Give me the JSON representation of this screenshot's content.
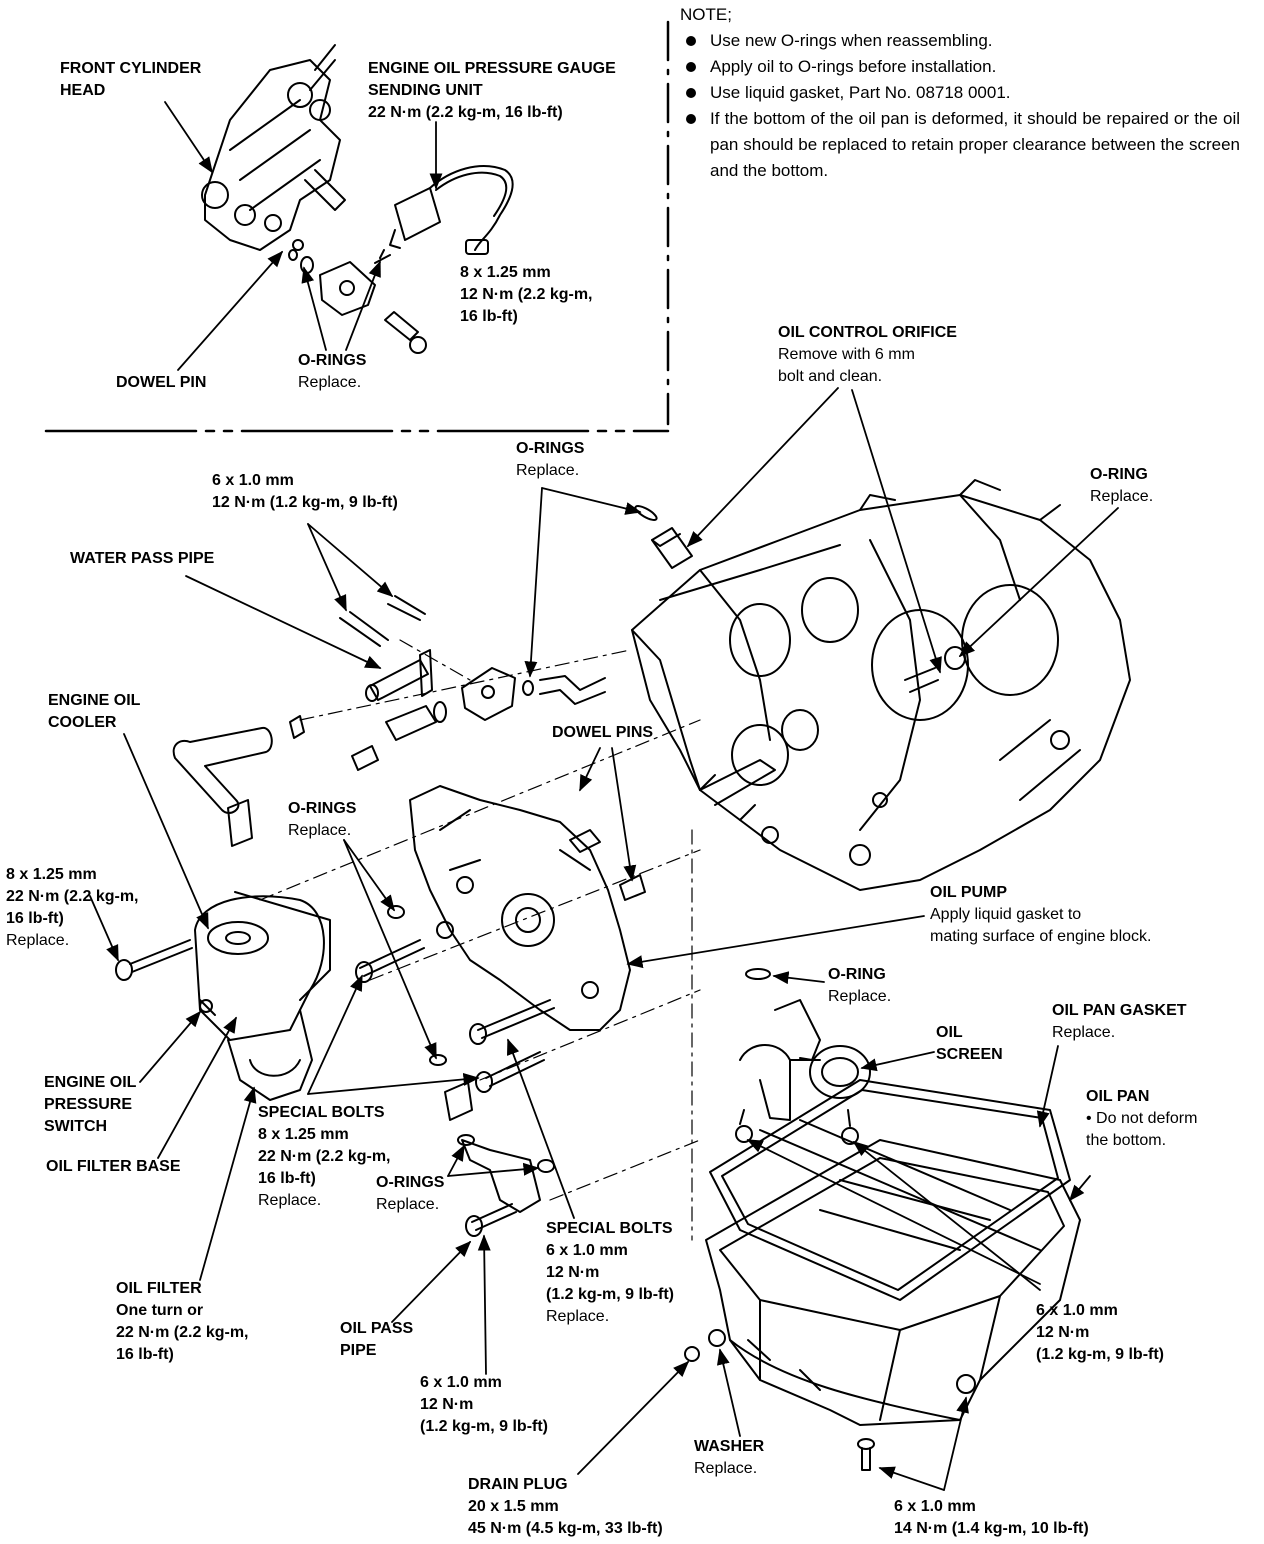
{
  "note": {
    "title": "NOTE;",
    "items": [
      "Use new O-rings when reassembling.",
      "Apply oil to O-rings before installation.",
      "Use liquid gasket, Part No. 08718   0001.",
      "If the bottom of the oil pan is deformed, it should be repaired or the oil pan should be replaced to retain proper clearance between the screen and the bottom."
    ]
  },
  "labels": {
    "front_cylinder_head": [
      "FRONT CYLINDER",
      "HEAD"
    ],
    "sending_unit": [
      "ENGINE OIL PRESSURE GAUGE",
      "SENDING UNIT",
      "22 N·m (2.2 kg-m, 16 lb-ft)"
    ],
    "bolt_8x125_top": [
      "8 x 1.25 mm",
      "12 N·m (2.2 kg-m,",
      "16 lb-ft)"
    ],
    "orings_top": [
      "O-RINGS",
      "Replace."
    ],
    "dowel_pin": "DOWEL PIN",
    "oil_control_orifice": [
      "OIL CONTROL ORIFICE",
      "Remove with 6 mm",
      "bolt and clean."
    ],
    "orings_center": [
      "O-RINGS",
      "Replace."
    ],
    "oring_right": [
      "O-RING",
      "Replace."
    ],
    "bolt_6x10_top": [
      "6 x 1.0 mm",
      "12 N·m (1.2 kg-m, 9 lb-ft)"
    ],
    "water_pass_pipe": "WATER PASS PIPE",
    "engine_oil_cooler": [
      "ENGINE OIL",
      "COOLER"
    ],
    "dowel_pins": "DOWEL PINS",
    "orings_left": [
      "O-RINGS",
      "Replace."
    ],
    "bolt_8x125_left": [
      "8 x 1.25 mm",
      "22 N·m (2.2 kg-m,",
      "16 lb-ft)",
      "Replace."
    ],
    "oil_pump": [
      "OIL PUMP",
      "Apply liquid gasket to",
      "mating surface of engine block."
    ],
    "oring_screen": [
      "O-RING",
      "Replace."
    ],
    "oil_pan_gasket": [
      "OIL PAN GASKET",
      "Replace."
    ],
    "oil_screen": [
      "OIL",
      "SCREEN"
    ],
    "oil_pan": [
      "OIL PAN",
      "• Do not deform",
      "  the bottom."
    ],
    "pressure_switch": [
      "ENGINE OIL",
      "PRESSURE",
      "SWITCH"
    ],
    "oil_filter_base": "OIL FILTER BASE",
    "special_bolts_8": [
      "SPECIAL BOLTS",
      "8 x 1.25 mm",
      "22 N·m (2.2 kg-m,",
      "16 lb-ft)",
      "Replace."
    ],
    "orings_lower": [
      "O-RINGS",
      "Replace."
    ],
    "special_bolts_6": [
      "SPECIAL BOLTS",
      "6 x 1.0 mm",
      "12 N·m",
      "(1.2 kg-m, 9 lb-ft)",
      "Replace."
    ],
    "bolt_6x10_pan": [
      "6 x 1.0 mm",
      "12 N·m",
      "(1.2 kg-m, 9 lb-ft)"
    ],
    "oil_filter": [
      "OIL FILTER",
      "One turn or",
      "22 N·m (2.2 kg-m,",
      "16 lb-ft)"
    ],
    "oil_pass_pipe": [
      "OIL PASS",
      "PIPE"
    ],
    "bolt_6x10_pipe": [
      "6 x 1.0 mm",
      "12 N·m",
      "(1.2 kg-m, 9 lb-ft)"
    ],
    "washer": [
      "WASHER",
      "Replace."
    ],
    "drain_plug": [
      "DRAIN PLUG",
      "20 x 1.5 mm",
      "45 N·m (4.5 kg-m, 33 lb-ft)"
    ],
    "bolt_6x10_bottom": [
      "6 x 1.0 mm",
      "14 N·m (1.4 kg-m, 10 lb-ft)"
    ]
  }
}
